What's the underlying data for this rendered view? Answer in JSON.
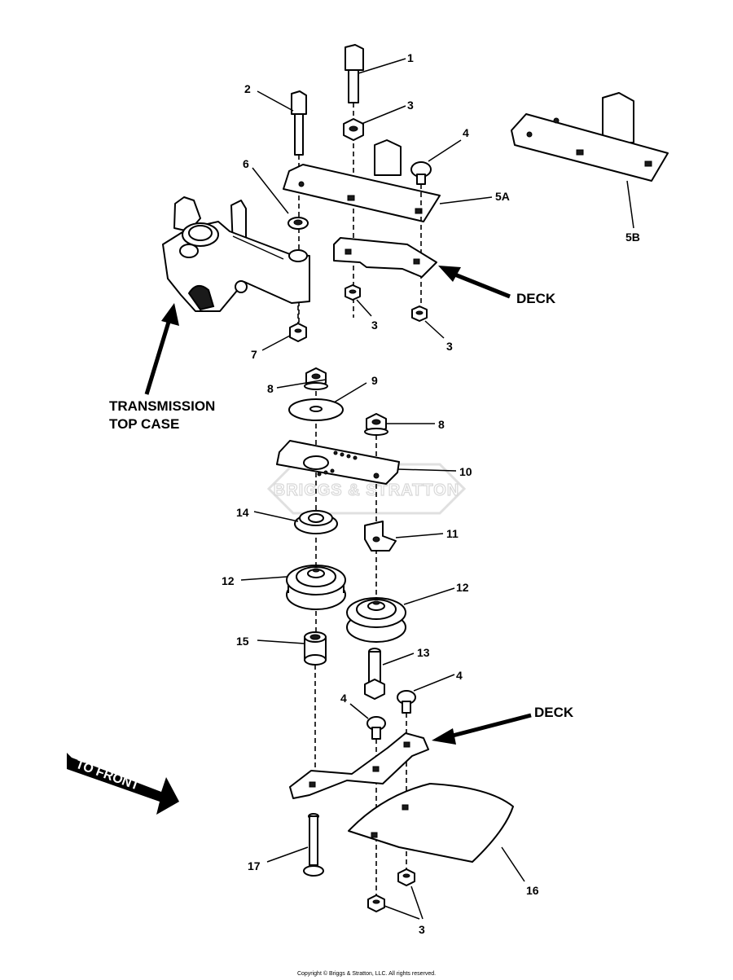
{
  "callouts": {
    "c1": "1",
    "c2": "2",
    "c3": "3",
    "c4": "4",
    "c5a": "5A",
    "c5b": "5B",
    "c6": "6",
    "c7": "7",
    "c8": "8",
    "c9": "9",
    "c10": "10",
    "c11": "11",
    "c12": "12",
    "c13": "13",
    "c14": "14",
    "c15": "15",
    "c16": "16",
    "c17": "17"
  },
  "labels": {
    "deck": "DECK",
    "transmission_line1": "TRANSMISSION",
    "transmission_line2": "TOP CASE",
    "to_front": "TO FRONT",
    "watermark": "BRIGGS & STRATTON",
    "copyright": "Copyright © Briggs & Stratton, LLC. All rights reserved."
  }
}
